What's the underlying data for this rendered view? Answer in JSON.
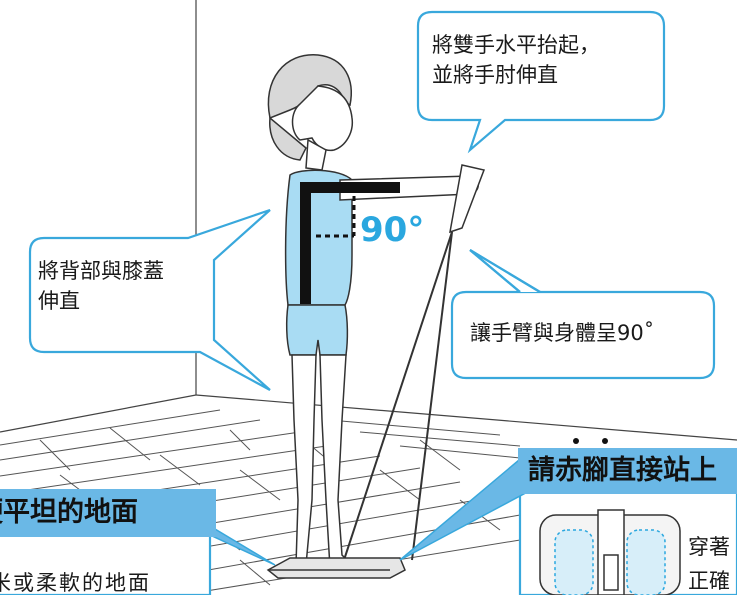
{
  "bubbles": {
    "arms_raise": [
      "將雙手水平抬起，",
      "並將手肘伸直"
    ],
    "back_knees": [
      "將背部與膝蓋",
      "伸直"
    ],
    "arm_body_angle": "讓手臂與身體呈90˚"
  },
  "angle_label": "90°",
  "banner_ground": "硬平坦的地面",
  "banner_feet": "請赤腳直接站上",
  "ground_note": "米或柔軟的地面",
  "foot_note": [
    "穿著",
    "正確"
  ],
  "colors": {
    "accent_blue": "#2aa7df",
    "banner_blue": "#6ab8e6",
    "shirt_blue": "#a9dcf3",
    "bubble_stroke": "#39a8dc"
  }
}
